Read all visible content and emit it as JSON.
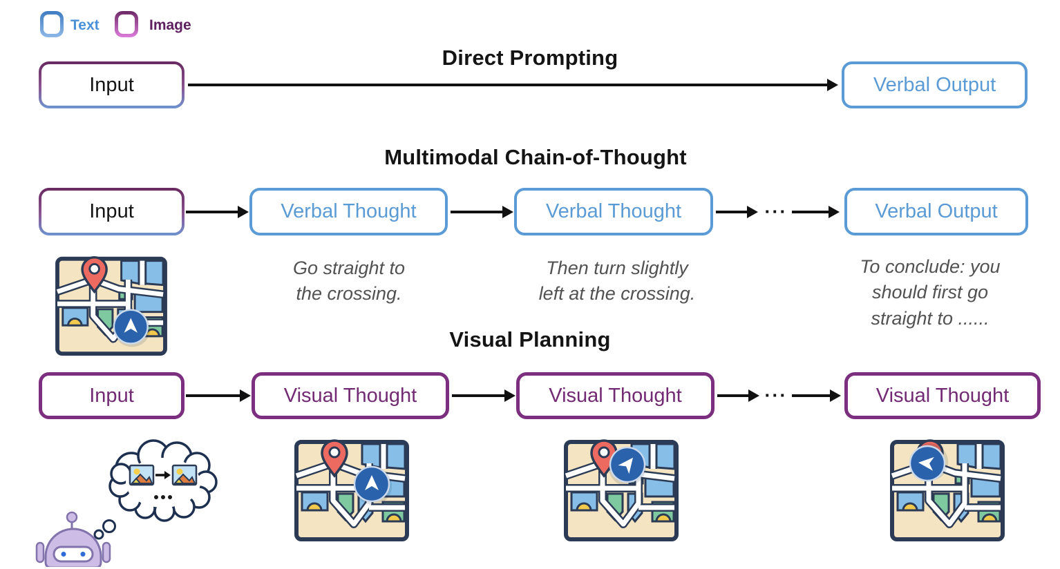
{
  "legend": {
    "text_label": "Text",
    "image_label": "Image"
  },
  "colors": {
    "text_blue": "#5B9BD5",
    "image_purple": "#7C2F7F",
    "arrow_black": "#111111",
    "caption_gray": "#525252",
    "input_gradient_top": "#682960",
    "input_gradient_bottom": "#6E93CF"
  },
  "icons": {
    "location_pin_icon": "red map pin",
    "navigation_arrow_icon": "blue circle with white navigation arrow",
    "robot_icon": "lavender robot head",
    "thought_cloud_icon": "thought bubble cloud with image thumbnails",
    "image_thumbnail_icon": "small landscape picture",
    "ellipsis": "···"
  },
  "sections": {
    "direct": {
      "title": "Direct Prompting",
      "input_label": "Input",
      "output_label": "Verbal Output"
    },
    "cot": {
      "title": "Multimodal Chain-of-Thought",
      "input_label": "Input",
      "thought1_label": "Verbal Thought",
      "thought2_label": "Verbal Thought",
      "ellipsis": "···",
      "output_label": "Verbal Output",
      "caption1": {
        "lines": [
          "Go straight to",
          "the crossing."
        ]
      },
      "caption2": {
        "lines": [
          "Then turn slightly",
          "left at the crossing."
        ]
      },
      "caption3": {
        "lines": [
          "To conclude: you",
          "should first go",
          "straight to ......"
        ]
      }
    },
    "visual": {
      "title": "Visual Planning",
      "input_label": "Input",
      "thought1_label": "Visual Thought",
      "thought2_label": "Visual Thought",
      "ellipsis": "···",
      "thought3_label": "Visual Thought"
    }
  }
}
